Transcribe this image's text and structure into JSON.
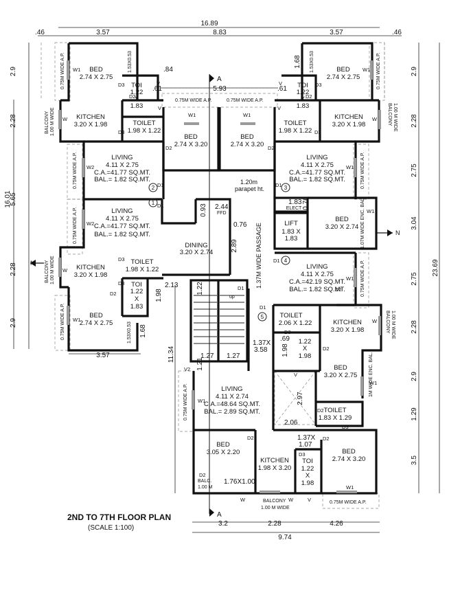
{
  "title": "2ND TO 7TH FLOOR PLAN",
  "scale": "(SCALE 1:100)",
  "section_marker": "A",
  "dimensions": {
    "top_overall": "16.89",
    "top_mid": "8.83",
    "top_left_unit": "3.57",
    "top_right_unit": "3.57",
    "top_left_edge": ".46",
    "top_right_edge": ".46",
    "bottom_overall": "9.74",
    "bottom_a": "3.2",
    "bottom_b": "2.28",
    "bottom_c": "4.26",
    "bottom_left_unit": "3.57",
    "left_overall": "16.01",
    "left_a": "2.9",
    "left_b": "2.28",
    "left_c": "5.65",
    "left_d": "2.28",
    "left_e": "2.9",
    "right_overall": "23.69",
    "right_a": "2.9",
    "right_b": "2.28",
    "right_c": "2.75",
    "right_d": "3.04",
    "right_e": "2.75",
    "right_f": "2.28",
    "right_g": "2.9",
    "right_h": "1.29",
    "right_i": "3.5",
    "lower_left_total": "11.34",
    "mid_gap": "5.93",
    "small_84": ".84",
    "small_61a": ".61",
    "small_61b": ".61",
    "small_168a": "1.68",
    "small_168b": "1.68",
    "small_213": "2.13",
    "small_198": "1.98",
    "small_122": "1.22",
    "small_127a": "1.27",
    "small_127b": "1.27",
    "small_121": "1.21",
    "small_093": "0.93",
    "small_076": "0.76",
    "small_244": "2.44",
    "small_289": "2.89",
    "small_069": ".69",
    "small_198b": "1.98",
    "small_297": "2.97",
    "small_206": "2.06",
    "small_183": "1.83",
    "small_076b": "0.76",
    "stair_a": "1.37X",
    "stair_b": "3.58",
    "stair_c": "1.37X",
    "stair_d": "1.07"
  },
  "rooms": {
    "bed_tl": {
      "name": "BED",
      "size": "2.74 X 2.75"
    },
    "bed_tr": {
      "name": "BED",
      "size": "2.74 X 2.75"
    },
    "toi_tl": {
      "name": "TOI",
      "a": "1.22",
      "b": "X",
      "c": "1.83"
    },
    "toi_tr": {
      "name": "TOI",
      "a": "1.22",
      "b": "X",
      "c": "1.83"
    },
    "kitchen_l": {
      "name": "KITCHEN",
      "size": "3.20 X 1.98"
    },
    "kitchen_r": {
      "name": "KITCHEN",
      "size": "3.20 X 1.98"
    },
    "toilet_l": {
      "name": "TOILET",
      "size": "1.98 X 1.22"
    },
    "toilet_r": {
      "name": "TOILET",
      "size": "1.98 X 1.22"
    },
    "bed_cl": {
      "name": "BED",
      "size": "2.74 X 3.20"
    },
    "bed_cr": {
      "name": "BED",
      "size": "2.74 X 3.20"
    },
    "living2": {
      "name": "LIVING",
      "size": "4.11 X 2.75",
      "ca": "C.A.=41.77 SQ.MT.",
      "bal": "BAL.=  1.82 SQ.MT.",
      "num": "2"
    },
    "living3": {
      "name": "LIVING",
      "size": "4.11 X 2.75",
      "ca": "C.A.=41.77 SQ.MT.",
      "bal": "BAL.=  1.82 SQ.MT.",
      "num": "3"
    },
    "living1": {
      "name": "LIVING",
      "size": "4.11 X 2.75",
      "ca": "C.A.=41.77 SQ.MT.",
      "bal": "BAL.=  1.82 SQ.MT.",
      "num": "1"
    },
    "living4": {
      "name": "LIVING",
      "size": "4.11 X 2.75",
      "ca": "C.A.=42.19 SQ.MT.",
      "bal": "BAL.=  1.82 SQ.MT.",
      "num": "4"
    },
    "living5": {
      "name": "LIVING",
      "size": "4.11 X 2.74",
      "ca": "C.A.=48.64 SQ.MT.",
      "bal": "BAL.=  2.89 SQ.MT.",
      "num": "5"
    },
    "dining": {
      "name": "DINING",
      "size": "3.20 X 2.74"
    },
    "lift": {
      "name": "LIFT",
      "a": "1.83 X",
      "b": "1.83"
    },
    "elect": {
      "name": "ELECT",
      "a": "1.83"
    },
    "bed_r1": {
      "name": "BED",
      "size": "3.20 X 2.74"
    },
    "kitchen_bl": {
      "name": "KITCHEN",
      "size": "3.20 X 1.98"
    },
    "toilet_bl": {
      "name": "TOILET",
      "size": "1.98 X 1.22"
    },
    "toi_bl": {
      "name": "TOI",
      "a": "1.22",
      "b": "X",
      "c": "1.83"
    },
    "bed_bl": {
      "name": "BED",
      "size": "2.74 X 2.75"
    },
    "toilet_r2": {
      "name": "TOILET",
      "size": "2.06 X 1.22"
    },
    "kitchen_r2": {
      "name": "KITCHEN",
      "size": "3.20 X 1.98"
    },
    "cell_r2": {
      "a": "1.22",
      "b": "X",
      "c": "1.98"
    },
    "bed_r2": {
      "name": "BED",
      "size": "3.20 X 2.75"
    },
    "toilet_r3": {
      "name": "TOILET",
      "size": "1.83 X 1.29"
    },
    "bed_b1": {
      "name": "BED",
      "size": "3.05 X 2.20"
    },
    "kitchen_b": {
      "name": "KITCHEN",
      "size": "1.98 X 3.20"
    },
    "toi_b": {
      "name": "TOI",
      "a": "1.22",
      "b": "X",
      "c": "1.98"
    },
    "bed_b2": {
      "name": "BED",
      "size": "2.74 X 3.20"
    }
  },
  "labels": {
    "passage": "1.37M WIDE PASSAGE",
    "parapet_a": "1.20m",
    "parapet_b": "parapet ht.",
    "ap_top_l": "0.75M WIDE A.P.",
    "ap_top_r": "0.75M WIDE A.P.",
    "ap_l1": "0.75M WIDE A.P.",
    "ap_l2": "0.75M WIDE A.P.",
    "ap_l3": "0.75M WIDE A.P.",
    "ap_l4": "0.75M WIDE A.P.",
    "ap_r1": "0.75M WIDE A.P.",
    "ap_r2": "0.75M WIDE A.P.",
    "ap_r3": "0.75M WIDE A.P.",
    "ap_mid": "0.75M WIDE A.P.",
    "ap_bottom": "0.75M WIDE A.P.",
    "bal_l_a": "BALCONY",
    "bal_l_b": "1.00 M WIDE",
    "bal_r_a": "BALCONY",
    "bal_r_b": "1.00 M WIDE",
    "bal_bl_a": "BALCONY",
    "bal_bl_b": "1.00 M WIDE",
    "bal_r2_a": "BALCONY",
    "bal_r2_b": "1.00 M WIDE",
    "bal_b": "BALCONY",
    "bal_b2": "1.00 M WIDE",
    "enc_bal_1": "1.07M WIDE ENC. BAL.",
    "enc_bal_2": "1M WIDE ENC. BAL.",
    "balc_small_a": "BALC.",
    "balc_small_b": "1.00 M",
    "small_176": "1.76X1.00",
    "ffd": "FFD",
    "up": "up",
    "north": "N",
    "w1": "W1",
    "w2": "W2",
    "w": "W",
    "v": "V",
    "v2": "V2",
    "d1": "D1",
    "d2": "D2",
    "d3": "D3",
    "toi_small": "1.53X0.53"
  }
}
